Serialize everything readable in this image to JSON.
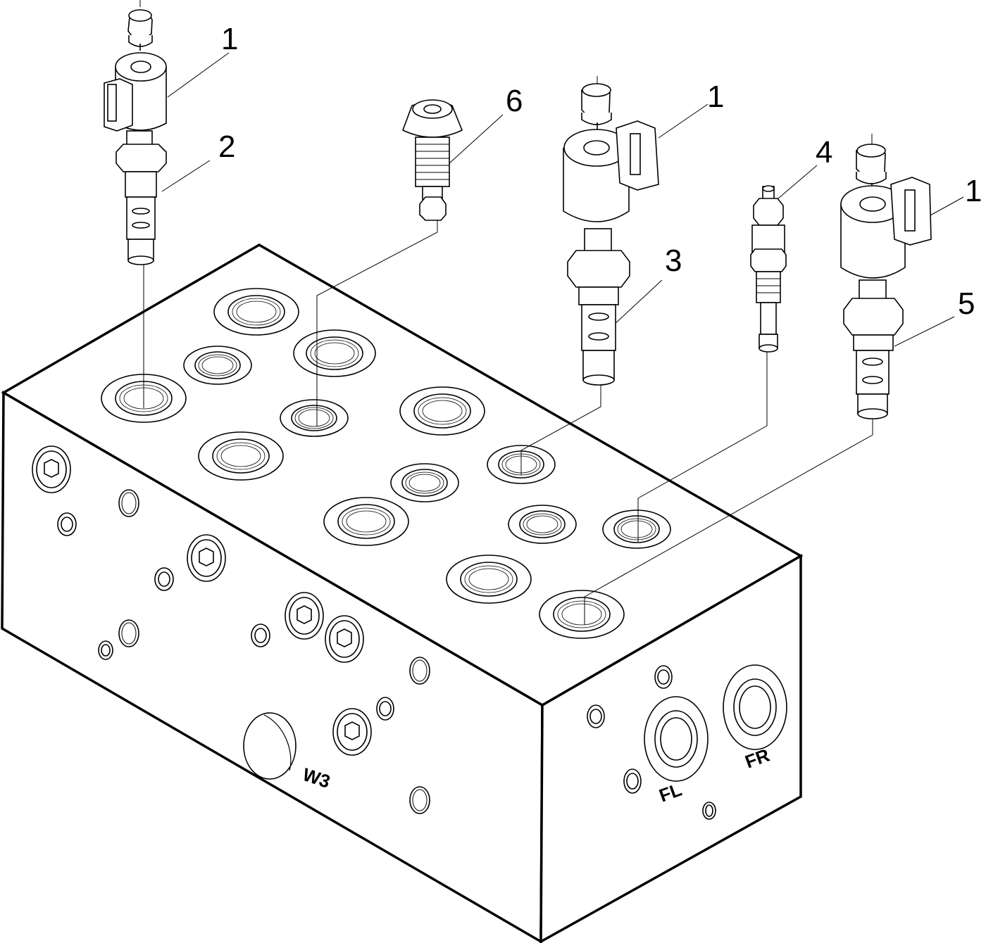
{
  "callouts": {
    "c1a": "1",
    "c2": "2",
    "c6": "6",
    "c1b": "1",
    "c3": "3",
    "c4": "4",
    "c1c": "1",
    "c5": "5"
  },
  "port_labels": {
    "w3": "W3",
    "fl": "FL",
    "fr": "FR"
  },
  "colors": {
    "line": "#000000",
    "background": "#ffffff"
  }
}
